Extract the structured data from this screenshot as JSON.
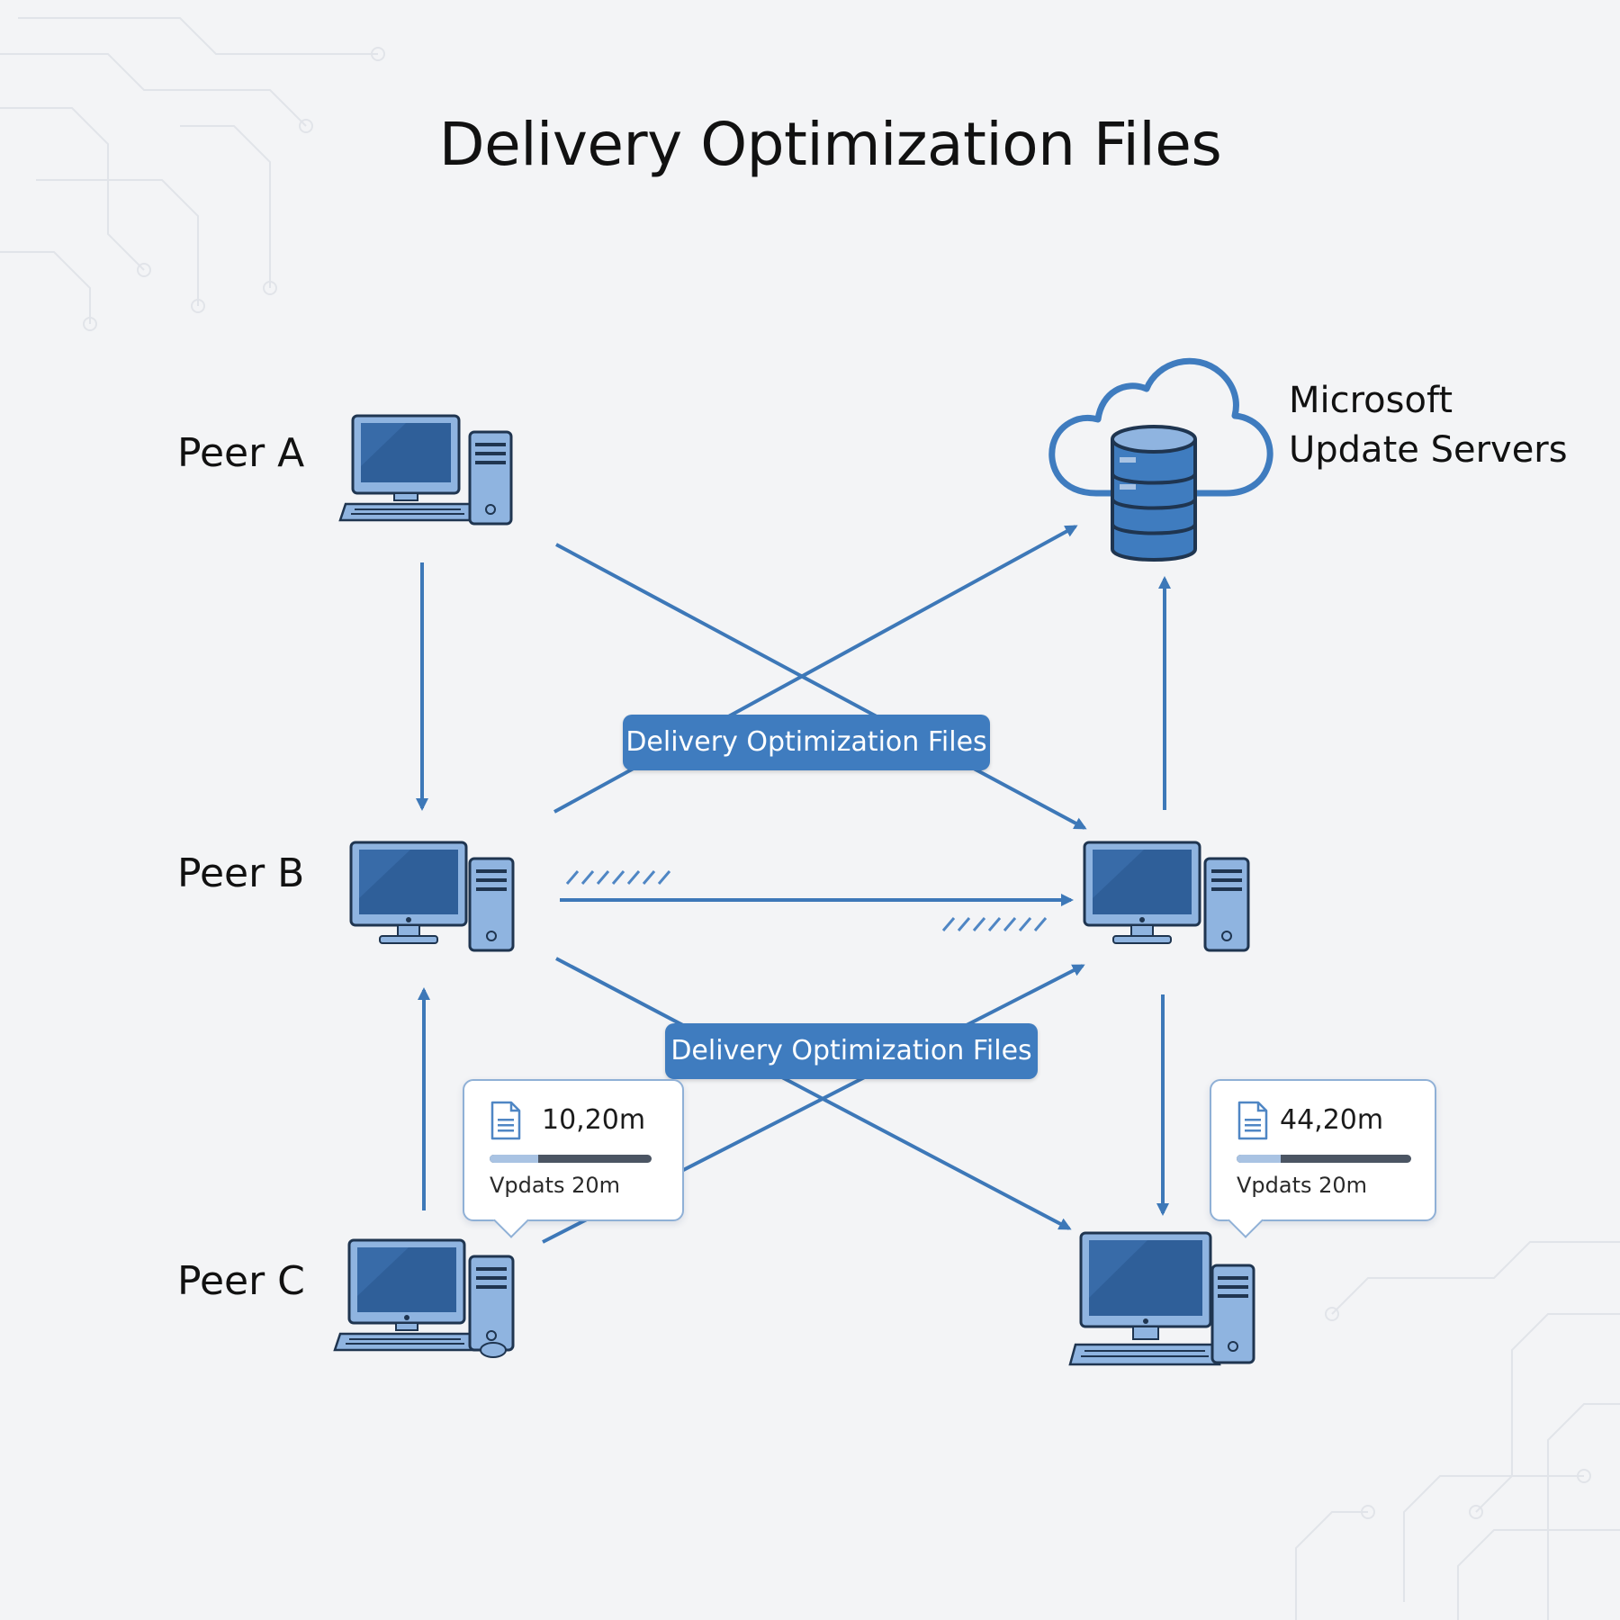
{
  "title": "Delivery Optimization Files",
  "peers": {
    "a": "Peer A",
    "b": "Peer B",
    "c": "Peer C"
  },
  "server": {
    "line1": "Microsoft",
    "line2": "Update Servers"
  },
  "flow_labels": {
    "upper": "Delivery Optimization Files",
    "lower": "Delivery Optimization Files"
  },
  "cards": [
    {
      "size": "10,20m",
      "caption": "Vpdats 20m",
      "progress": 0.3
    },
    {
      "size": "44,20m",
      "caption": "Vpdats 20m",
      "progress": 0.25
    }
  ],
  "colors": {
    "accent": "#3f7cbf",
    "line": "#3d78b8",
    "screen": "#2f5f99",
    "device_light": "#8fb4e0",
    "outline": "#1f3550"
  },
  "icons": [
    "computer-icon",
    "cloud-icon",
    "database-icon",
    "document-icon",
    "arrow-icon"
  ]
}
